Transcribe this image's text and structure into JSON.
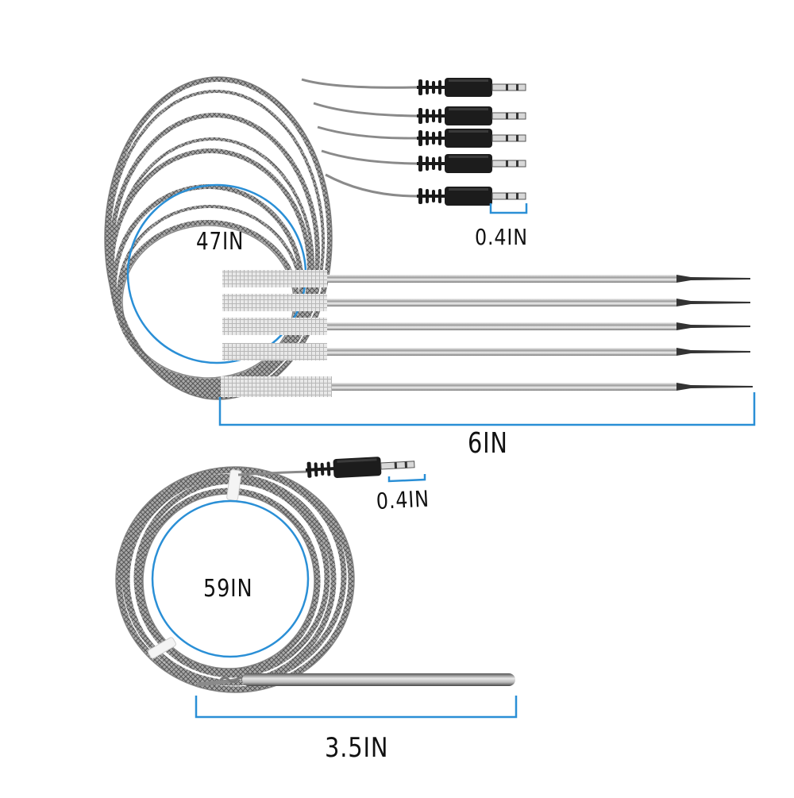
{
  "product": {
    "description": "Meat thermometer probes with 3.5mm plugs: set of 5 needle probes and 1 ambient/grill probe",
    "colors": {
      "background": "#ffffff",
      "dimension_line": "#2a8fd6",
      "cable": "#9a9a9a",
      "cable_dark": "#5a5a5a",
      "plug": "#1a1a1a",
      "steel": "#c8c8c8"
    }
  },
  "top_set": {
    "probe_count": 5,
    "cable_length_label": "47IN",
    "plug_tip_label": "0.4IN",
    "probe_length_label": "6IN"
  },
  "bottom_probe": {
    "probe_count": 1,
    "cable_length_label": "59IN",
    "plug_tip_label": "0.4IN",
    "probe_length_label": "3.5IN"
  }
}
